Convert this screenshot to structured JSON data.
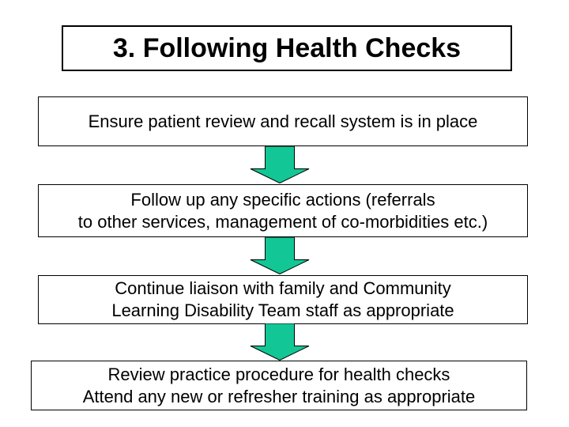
{
  "slide": {
    "background_color": "#ffffff",
    "text_color": "#000000",
    "box_border_color": "#000000",
    "arrow_color": "#12c795",
    "arrow_outline_color": "#000000",
    "title": "3. Following Health Checks",
    "boxes": [
      {
        "lines": [
          "Ensure patient review and recall system is in place"
        ]
      },
      {
        "lines": [
          "Follow up any specific actions (referrals",
          "to other services, management of co-morbidities etc.)"
        ]
      },
      {
        "lines": [
          "Continue liaison with family and Community",
          "Learning Disability Team staff as appropriate"
        ]
      },
      {
        "lines": [
          "Review practice procedure for health checks",
          "Attend any new or refresher training as appropriate"
        ]
      }
    ]
  }
}
